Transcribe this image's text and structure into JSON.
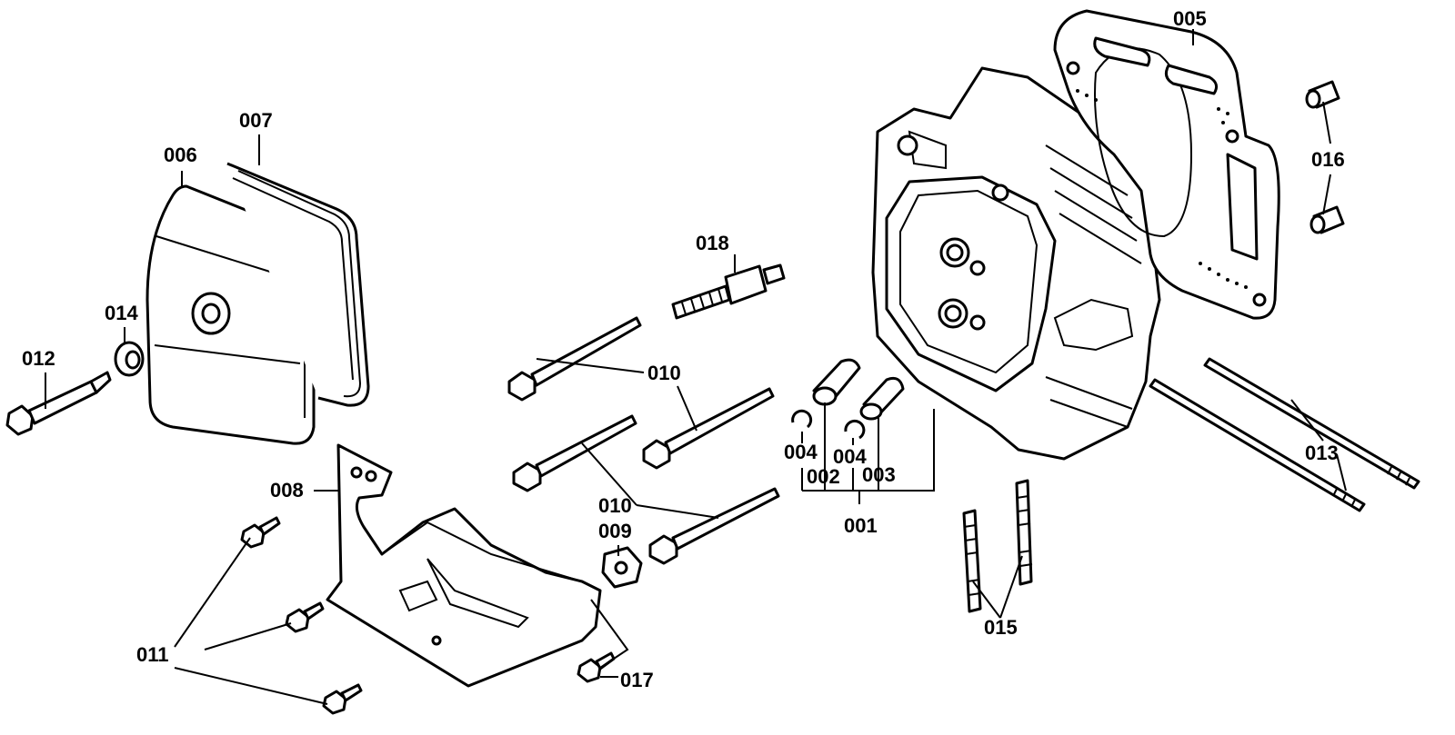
{
  "diagram": {
    "labels": {
      "p001": "001",
      "p002": "002",
      "p003": "003",
      "p004a": "004",
      "p004b": "004",
      "p005": "005",
      "p006": "006",
      "p007": "007",
      "p008": "008",
      "p009": "009",
      "p010a": "010",
      "p010b": "010",
      "p011": "011",
      "p012": "012",
      "p013": "013",
      "p014": "014",
      "p015": "015",
      "p016": "016",
      "p017": "017",
      "p018": "018"
    }
  }
}
